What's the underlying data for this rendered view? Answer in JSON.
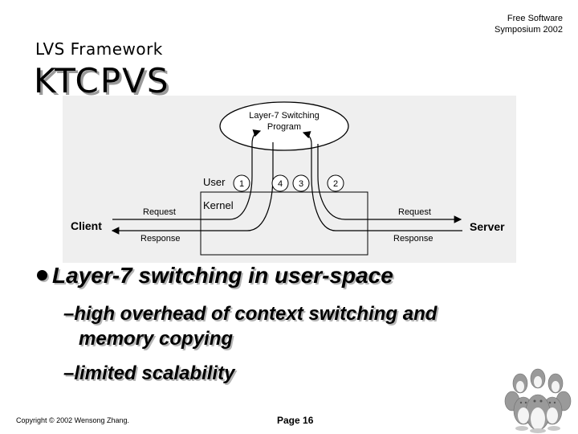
{
  "header": {
    "line1": "Free Software",
    "line2": "Symposium 2002"
  },
  "slide": {
    "subtitle": "LVS Framework",
    "title": "KTCPVS",
    "bullet": "Layer-7 switching in user-space",
    "sub1a": "–high overhead of context switching and",
    "sub1b": "memory copying",
    "sub2": "–limited scalability"
  },
  "diagram": {
    "program": [
      "Layer-7 Switching",
      "Program"
    ],
    "user": "User",
    "kernel": "Kernel",
    "client": "Client",
    "server": "Server",
    "request_left": "Request",
    "response_left": "Response",
    "request_right": "Request",
    "response_right": "Response",
    "step1": "1",
    "step2": "2",
    "step3": "3",
    "step4": "4"
  },
  "footer": {
    "copyright": "Copyright © 2002 Wensong Zhang.",
    "page": "Page 16"
  },
  "colors": {
    "diagram_bg": "#efefef",
    "penguin_gray": "#9a9a9a",
    "penguin_belly": "#f4f4f4"
  },
  "icons": {
    "bullet": "filled-circle-icon",
    "logo": "penguins-logo-icon"
  }
}
